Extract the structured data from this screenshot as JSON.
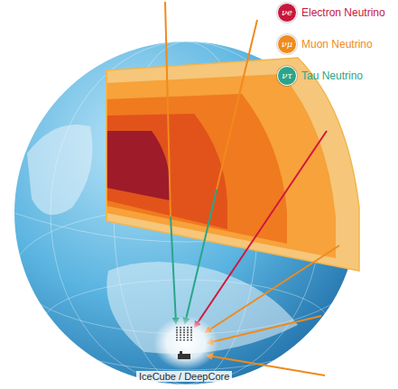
{
  "diagram": {
    "labels": [
      "IceCube / DeepCore",
      "νe",
      "νμ",
      "ντ"
    ],
    "legend": [
      {
        "text": "Electron Neutrino",
        "color": "#c8173d"
      },
      {
        "text": "Muon Neutrino",
        "color": "#f08a1c"
      },
      {
        "text": "Tau Neutrino",
        "color": "#2aa58a"
      }
    ]
  }
}
